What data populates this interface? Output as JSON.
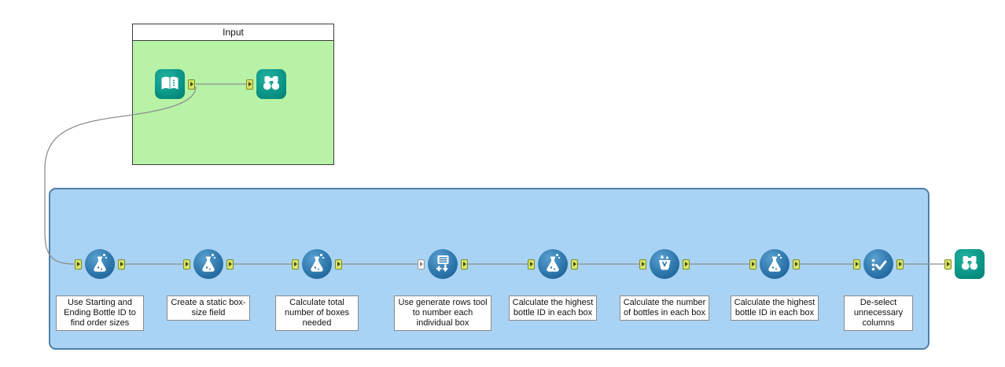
{
  "colors": {
    "tool_blue": "#2e77ac",
    "tool_teal": "#0a9486",
    "green_fill": "#b7f2a6",
    "blue_fill": "#a9d3f4",
    "anchor_fill": "#d8e566",
    "wire_color": "#8e8e8e"
  },
  "containers": {
    "input": {
      "title": "Input"
    }
  },
  "tools": {
    "text_input": {
      "icon": "text-input-icon"
    },
    "browse_top": {
      "icon": "browse-icon"
    },
    "browse_right": {
      "icon": "browse-icon"
    },
    "steps": [
      {
        "icon": "formula-icon",
        "label": "Use Starting and Ending Bottle ID to find order sizes"
      },
      {
        "icon": "formula-icon",
        "label": "Create a static box-size field"
      },
      {
        "icon": "formula-icon",
        "label": "Calculate total number of boxes needed"
      },
      {
        "icon": "generate-rows-icon",
        "label": "Use generate rows tool to number each individual box"
      },
      {
        "icon": "formula-icon",
        "label": "Calculate the highest bottle ID in each box"
      },
      {
        "icon": "beaker-drops-icon",
        "label": "Calculate the number of bottles in each box"
      },
      {
        "icon": "formula-icon",
        "label": "Calculate the highest bottle ID in each box"
      },
      {
        "icon": "select-icon",
        "label": "De-select unnecessary columns"
      }
    ]
  }
}
